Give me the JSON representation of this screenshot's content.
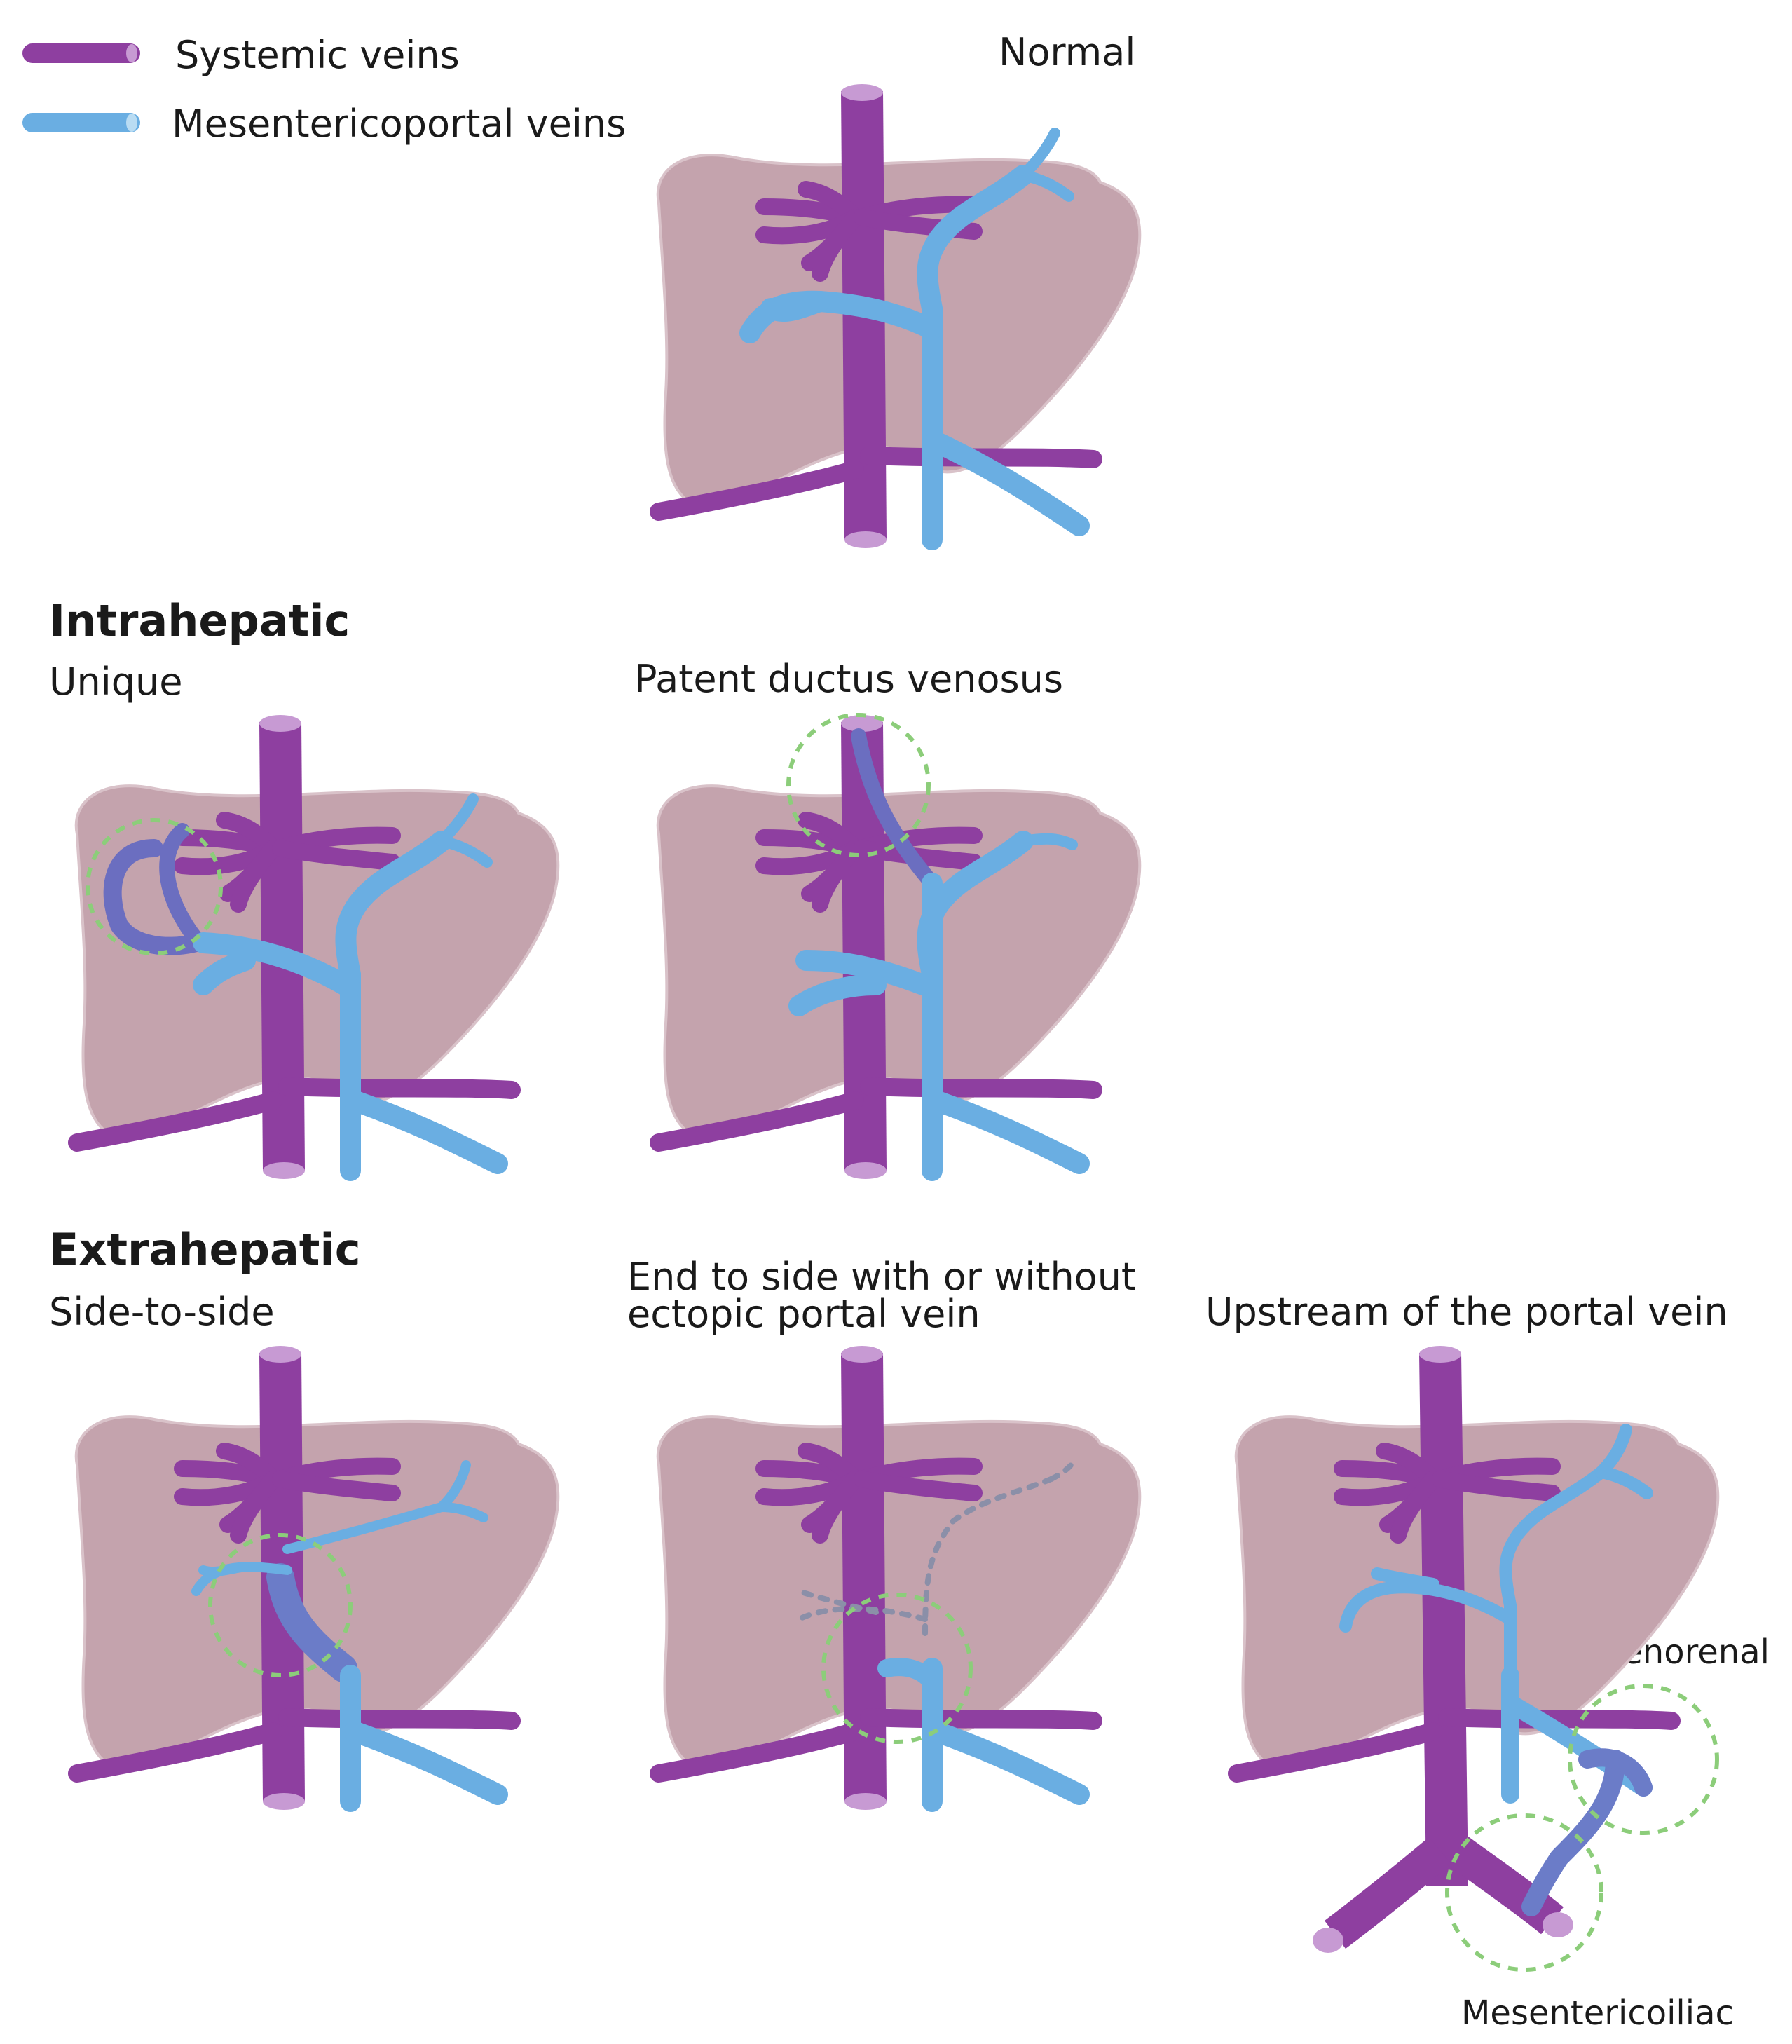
{
  "legend": {
    "systemic": {
      "label": "Systemic veins",
      "color": "#8e3fa0"
    },
    "portal": {
      "label": "Mesentericoportal veins",
      "color": "#6aaee2"
    }
  },
  "colors": {
    "liver_fill": "#c4a3ad",
    "liver_edge": "#a9858f",
    "vein_cap_systemic": "#c79ad3",
    "vein_cap_portal": "#b9dcf3",
    "highlight_circle": "#8ccd7a"
  },
  "panels": {
    "normal": {
      "title": "Normal"
    },
    "intrahepatic_unique": {
      "title": "Unique"
    },
    "patent_ductus": {
      "title": "Patent ductus venosus"
    },
    "side_to_side": {
      "title": "Side-to-side"
    },
    "end_to_side": {
      "title_line1": "End to side with or without",
      "title_line2": "ectopic portal vein"
    },
    "upstream": {
      "title": "Upstream of the portal vein",
      "label_splenorenal": "Splenorenal",
      "label_mesentericoiliac": "Mesentericoiliac"
    }
  },
  "sections": {
    "intrahepatic": "Intrahepatic",
    "extrahepatic": "Extrahepatic"
  }
}
